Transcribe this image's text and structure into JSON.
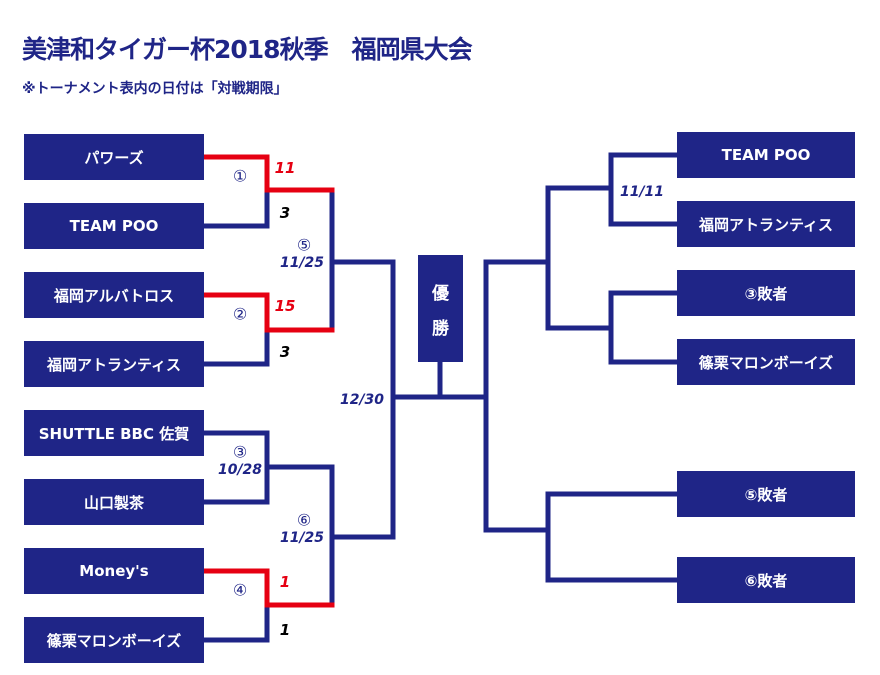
{
  "title": "美津和タイガー杯2018秋季　福岡県大会",
  "note": "※トーナメント表内の日付は「対戦期限」",
  "colors": {
    "navy": "#1f2587",
    "red": "#e60012"
  },
  "left_teams": [
    "パワーズ",
    "TEAM POO",
    "福岡アルバトロス",
    "福岡アトランティス",
    "SHUTTLE BBC 佐賀",
    "山口製茶",
    "Money's",
    "篠栗マロンボーイズ"
  ],
  "right_teams": [
    "TEAM POO",
    "福岡アトランティス",
    "③敗者",
    "篠栗マロンボーイズ",
    "⑤敗者",
    "⑥敗者"
  ],
  "champion": [
    "優",
    "勝"
  ],
  "matches": {
    "m1": {
      "label": "①",
      "score_top": "11",
      "score_bottom": "3"
    },
    "m2": {
      "label": "②",
      "score_top": "15",
      "score_bottom": "3"
    },
    "m3": {
      "label": "③",
      "date": "10/28"
    },
    "m4": {
      "label": "④",
      "score_top": "1",
      "score_bottom": "1"
    },
    "m5": {
      "label": "⑤",
      "date": "11/25"
    },
    "m6": {
      "label": "⑥",
      "date": "11/25"
    },
    "final": {
      "date": "12/30"
    },
    "right1": {
      "date": "11/11"
    }
  }
}
